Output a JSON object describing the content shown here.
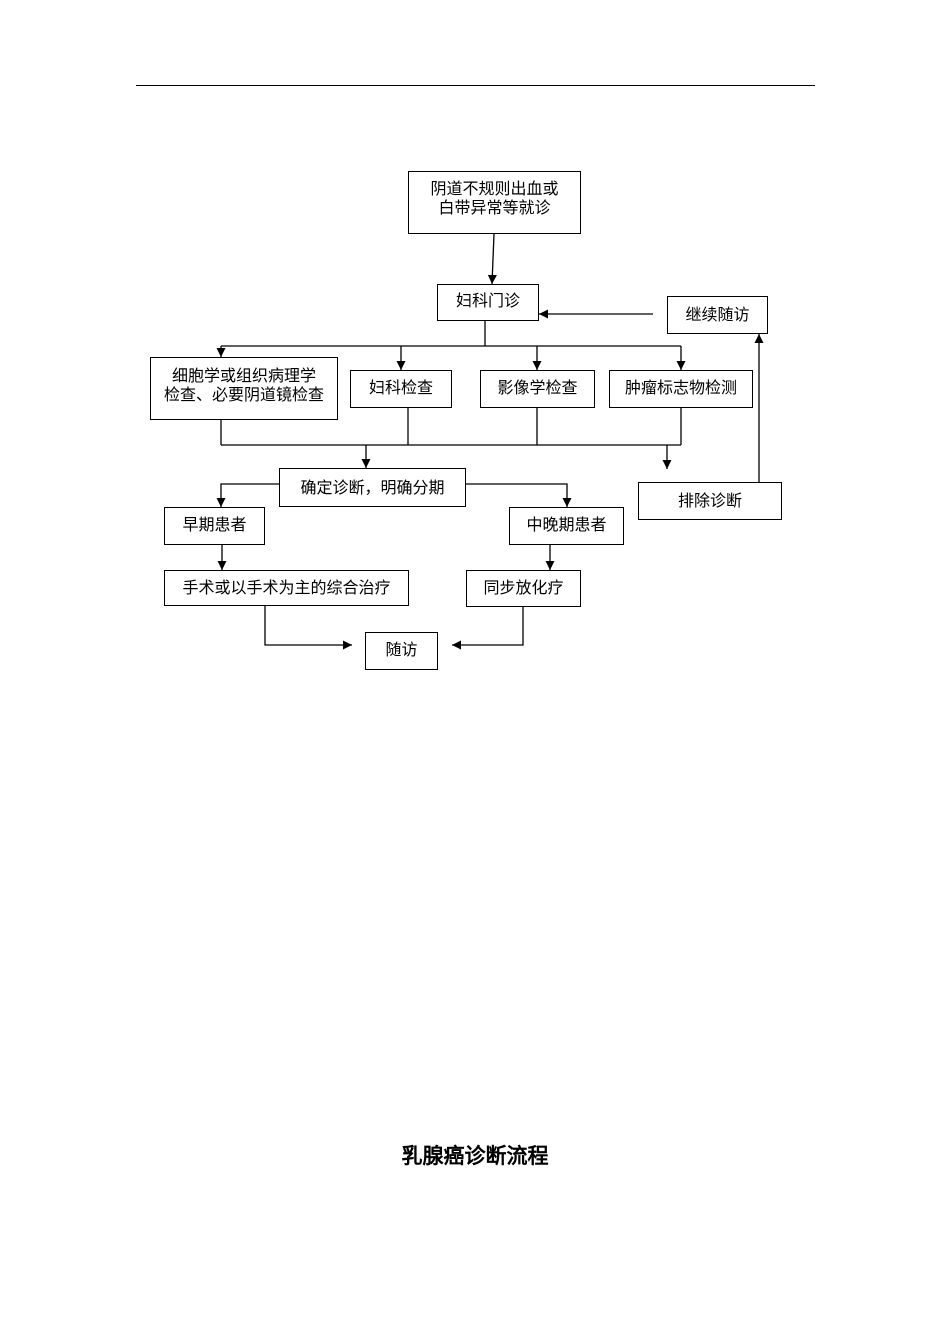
{
  "nodes": {
    "start": "阴道不规则出血或\n白带异常等就诊",
    "gyn_clinic": "妇科门诊",
    "continue_followup": "继续随访",
    "cytology": "细胞学或组织病理学\n检查、必要阴道镜检查",
    "gyn_exam": "妇科检查",
    "imaging": "影像学检查",
    "tumor_markers": "肿瘤标志物检测",
    "diagnosis_staging": "确定诊断，明确分期",
    "exclude_diagnosis": "排除诊断",
    "early_patients": "早期患者",
    "mid_late_patients": "中晚期患者",
    "surgery": "手术或以手术为主的综合治疗",
    "chemoradiotherapy": "同步放化疗",
    "followup": "随访"
  },
  "title": "乳腺癌诊断流程"
}
